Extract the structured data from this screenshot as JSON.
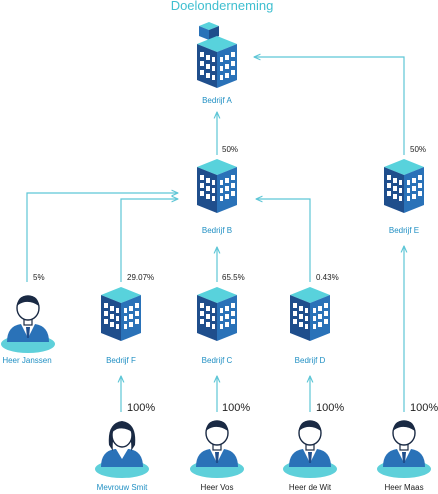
{
  "title": "Doelonderneming",
  "colors": {
    "teal": "#3fbfd0",
    "line": "#5ec6d6",
    "label": "#1f8fc3",
    "text": "#222222"
  },
  "entities": {
    "bedrijf_a": {
      "label": "Bedrijf A",
      "icon": "building-icon"
    },
    "bedrijf_b": {
      "label": "Bedrijf B",
      "icon": "building-icon"
    },
    "bedrijf_c": {
      "label": "Bedrijf C",
      "icon": "building-icon"
    },
    "bedrijf_d": {
      "label": "Bedrijf D",
      "icon": "building-icon"
    },
    "bedrijf_e": {
      "label": "Bedrijf E",
      "icon": "building-icon"
    },
    "bedrijf_f": {
      "label": "Bedrijf F",
      "icon": "building-icon"
    },
    "heer_janssen": {
      "label": "Heer Janssen",
      "icon": "person-male-icon"
    },
    "mevrouw_smit": {
      "label": "Mevrouw Smit",
      "icon": "person-female-icon"
    },
    "heer_vos": {
      "label": "Heer Vos",
      "icon": "person-male-icon"
    },
    "heer_de_wit": {
      "label": "Heer de Wit",
      "icon": "person-male-icon"
    },
    "heer_maas": {
      "label": "Heer Maas",
      "icon": "person-male-icon"
    }
  },
  "ownership": {
    "b_to_a": "50%",
    "e_to_a": "50%",
    "janssen_to_b": "5%",
    "f_to_b": "29.07%",
    "c_to_b": "65.5%",
    "d_to_b": "0.43%",
    "smit_to_f": "100%",
    "vos_to_c": "100%",
    "dewit_to_d": "100%",
    "maas_to_e": "100%"
  }
}
